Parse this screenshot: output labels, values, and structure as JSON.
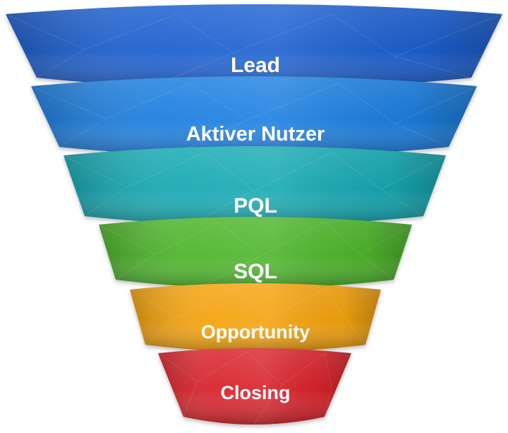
{
  "funnel": {
    "stages": [
      {
        "label": "Lead",
        "color": "#1f5fd0"
      },
      {
        "label": "Aktiver Nutzer",
        "color": "#1c7fe0"
      },
      {
        "label": "PQL",
        "color": "#15a9b3"
      },
      {
        "label": "SQL",
        "color": "#4eb52b"
      },
      {
        "label": "Opportunity",
        "color": "#f4a20c"
      },
      {
        "label": "Closing",
        "color": "#d9212a"
      }
    ]
  }
}
